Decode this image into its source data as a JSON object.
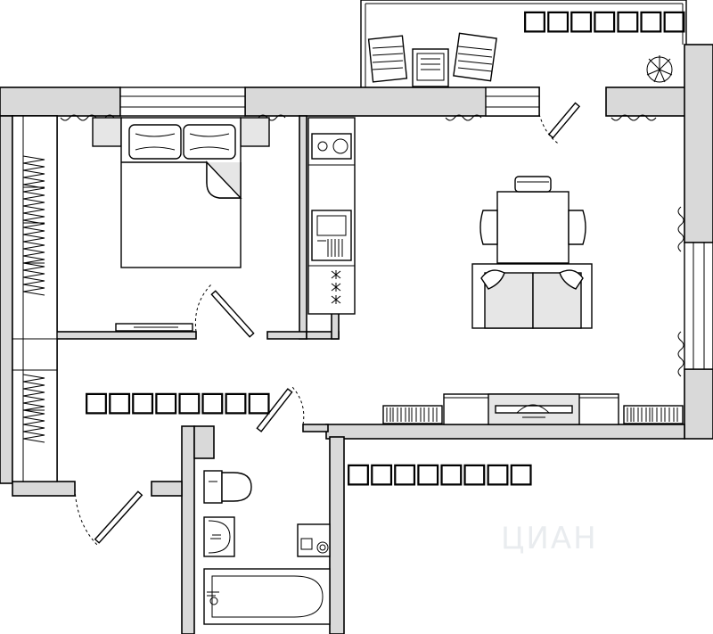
{
  "labels": {
    "balcony": "□□□□□□□",
    "hall": "□□□□□□□□",
    "living": "□□□□□□□□"
  },
  "watermark": {
    "text": "ЦИАН"
  },
  "colors": {
    "wall": "#d9d9d9",
    "line": "#000000",
    "background": "#ffffff"
  },
  "icons": [
    "bed",
    "pillow",
    "wardrobe",
    "stove",
    "sink",
    "dining-table",
    "chair",
    "sofa",
    "toilet",
    "washbasin",
    "bathtub",
    "washing-machine",
    "plant",
    "magazine",
    "tv",
    "bookshelf",
    "lounge-chair",
    "door",
    "window"
  ]
}
